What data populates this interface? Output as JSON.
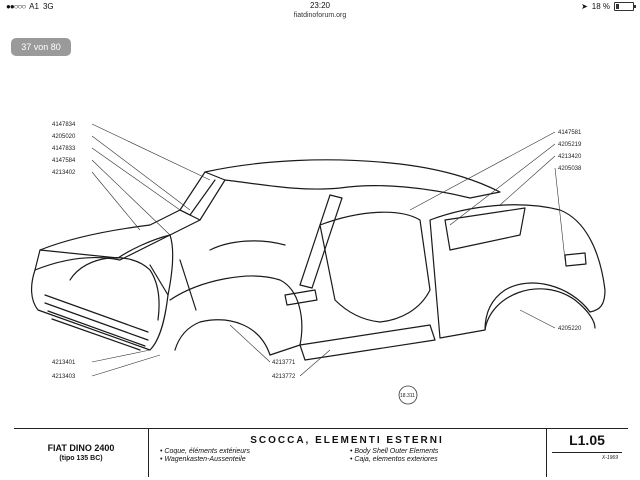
{
  "status": {
    "carrier": "A1",
    "network": "3G",
    "time": "23:20",
    "battery": "18 %"
  },
  "url": "fiatdinoforum.org",
  "viewer": {
    "page_indicator": "37 von 80"
  },
  "parts": {
    "left_labels": [
      "4147834",
      "4205020",
      "4147833",
      "4147584",
      "4213402"
    ],
    "right_labels": [
      "4147581",
      "4205219",
      "4213420",
      "4205038"
    ],
    "bottom_left_labels": [
      "4213401",
      "4213403"
    ],
    "bottom_center_labels": [
      "4213771",
      "4213772"
    ],
    "bottom_right_label": "4205220",
    "stamp": "18.311"
  },
  "titleblock": {
    "model": "FIAT DINO 2400",
    "tipo": "(tipo 135 BC)",
    "title": "SCOCCA, ELEMENTI ESTERNI",
    "sub1": "• Coque, éléments extérieurs",
    "sub2": "• Body Shell Outer Elements",
    "sub3": "• Wagenkasten-Aussenteile",
    "sub4": "• Caja, elementos exteriores",
    "code": "L1.05",
    "date": "X-1969"
  }
}
